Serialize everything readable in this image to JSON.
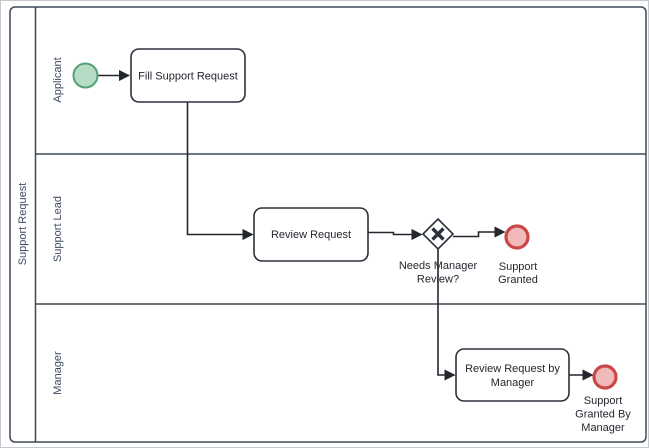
{
  "diagram": {
    "pool_label": "Support Request",
    "lanes": [
      "Applicant",
      "Support Lead",
      "Manager"
    ],
    "tasks": {
      "fill_support_request": {
        "lines": [
          "Fill Support Request"
        ]
      },
      "review_request": {
        "lines": [
          "Review Request"
        ]
      },
      "review_request_by_manager": {
        "lines": [
          "Review Request by",
          "Manager"
        ]
      }
    },
    "gateway": {
      "lines": [
        "Needs Manager",
        "Review?"
      ]
    },
    "events": {
      "support_granted": {
        "lines": [
          "Support",
          "Granted"
        ]
      },
      "support_granted_by_manager": {
        "lines": [
          "Support",
          "Granted By",
          "Manager"
        ]
      }
    },
    "colors": {
      "frame": "#3f4956",
      "lane_text": "#3e4a61",
      "node_stroke": "#2b313c",
      "label_text": "#23272e",
      "connector": "#23272e",
      "start_event_stroke": "#54a077",
      "start_event_fill": "#b7dcc6",
      "end_event_stroke": "#ca4747",
      "end_event_fill": "#f0baba"
    }
  }
}
